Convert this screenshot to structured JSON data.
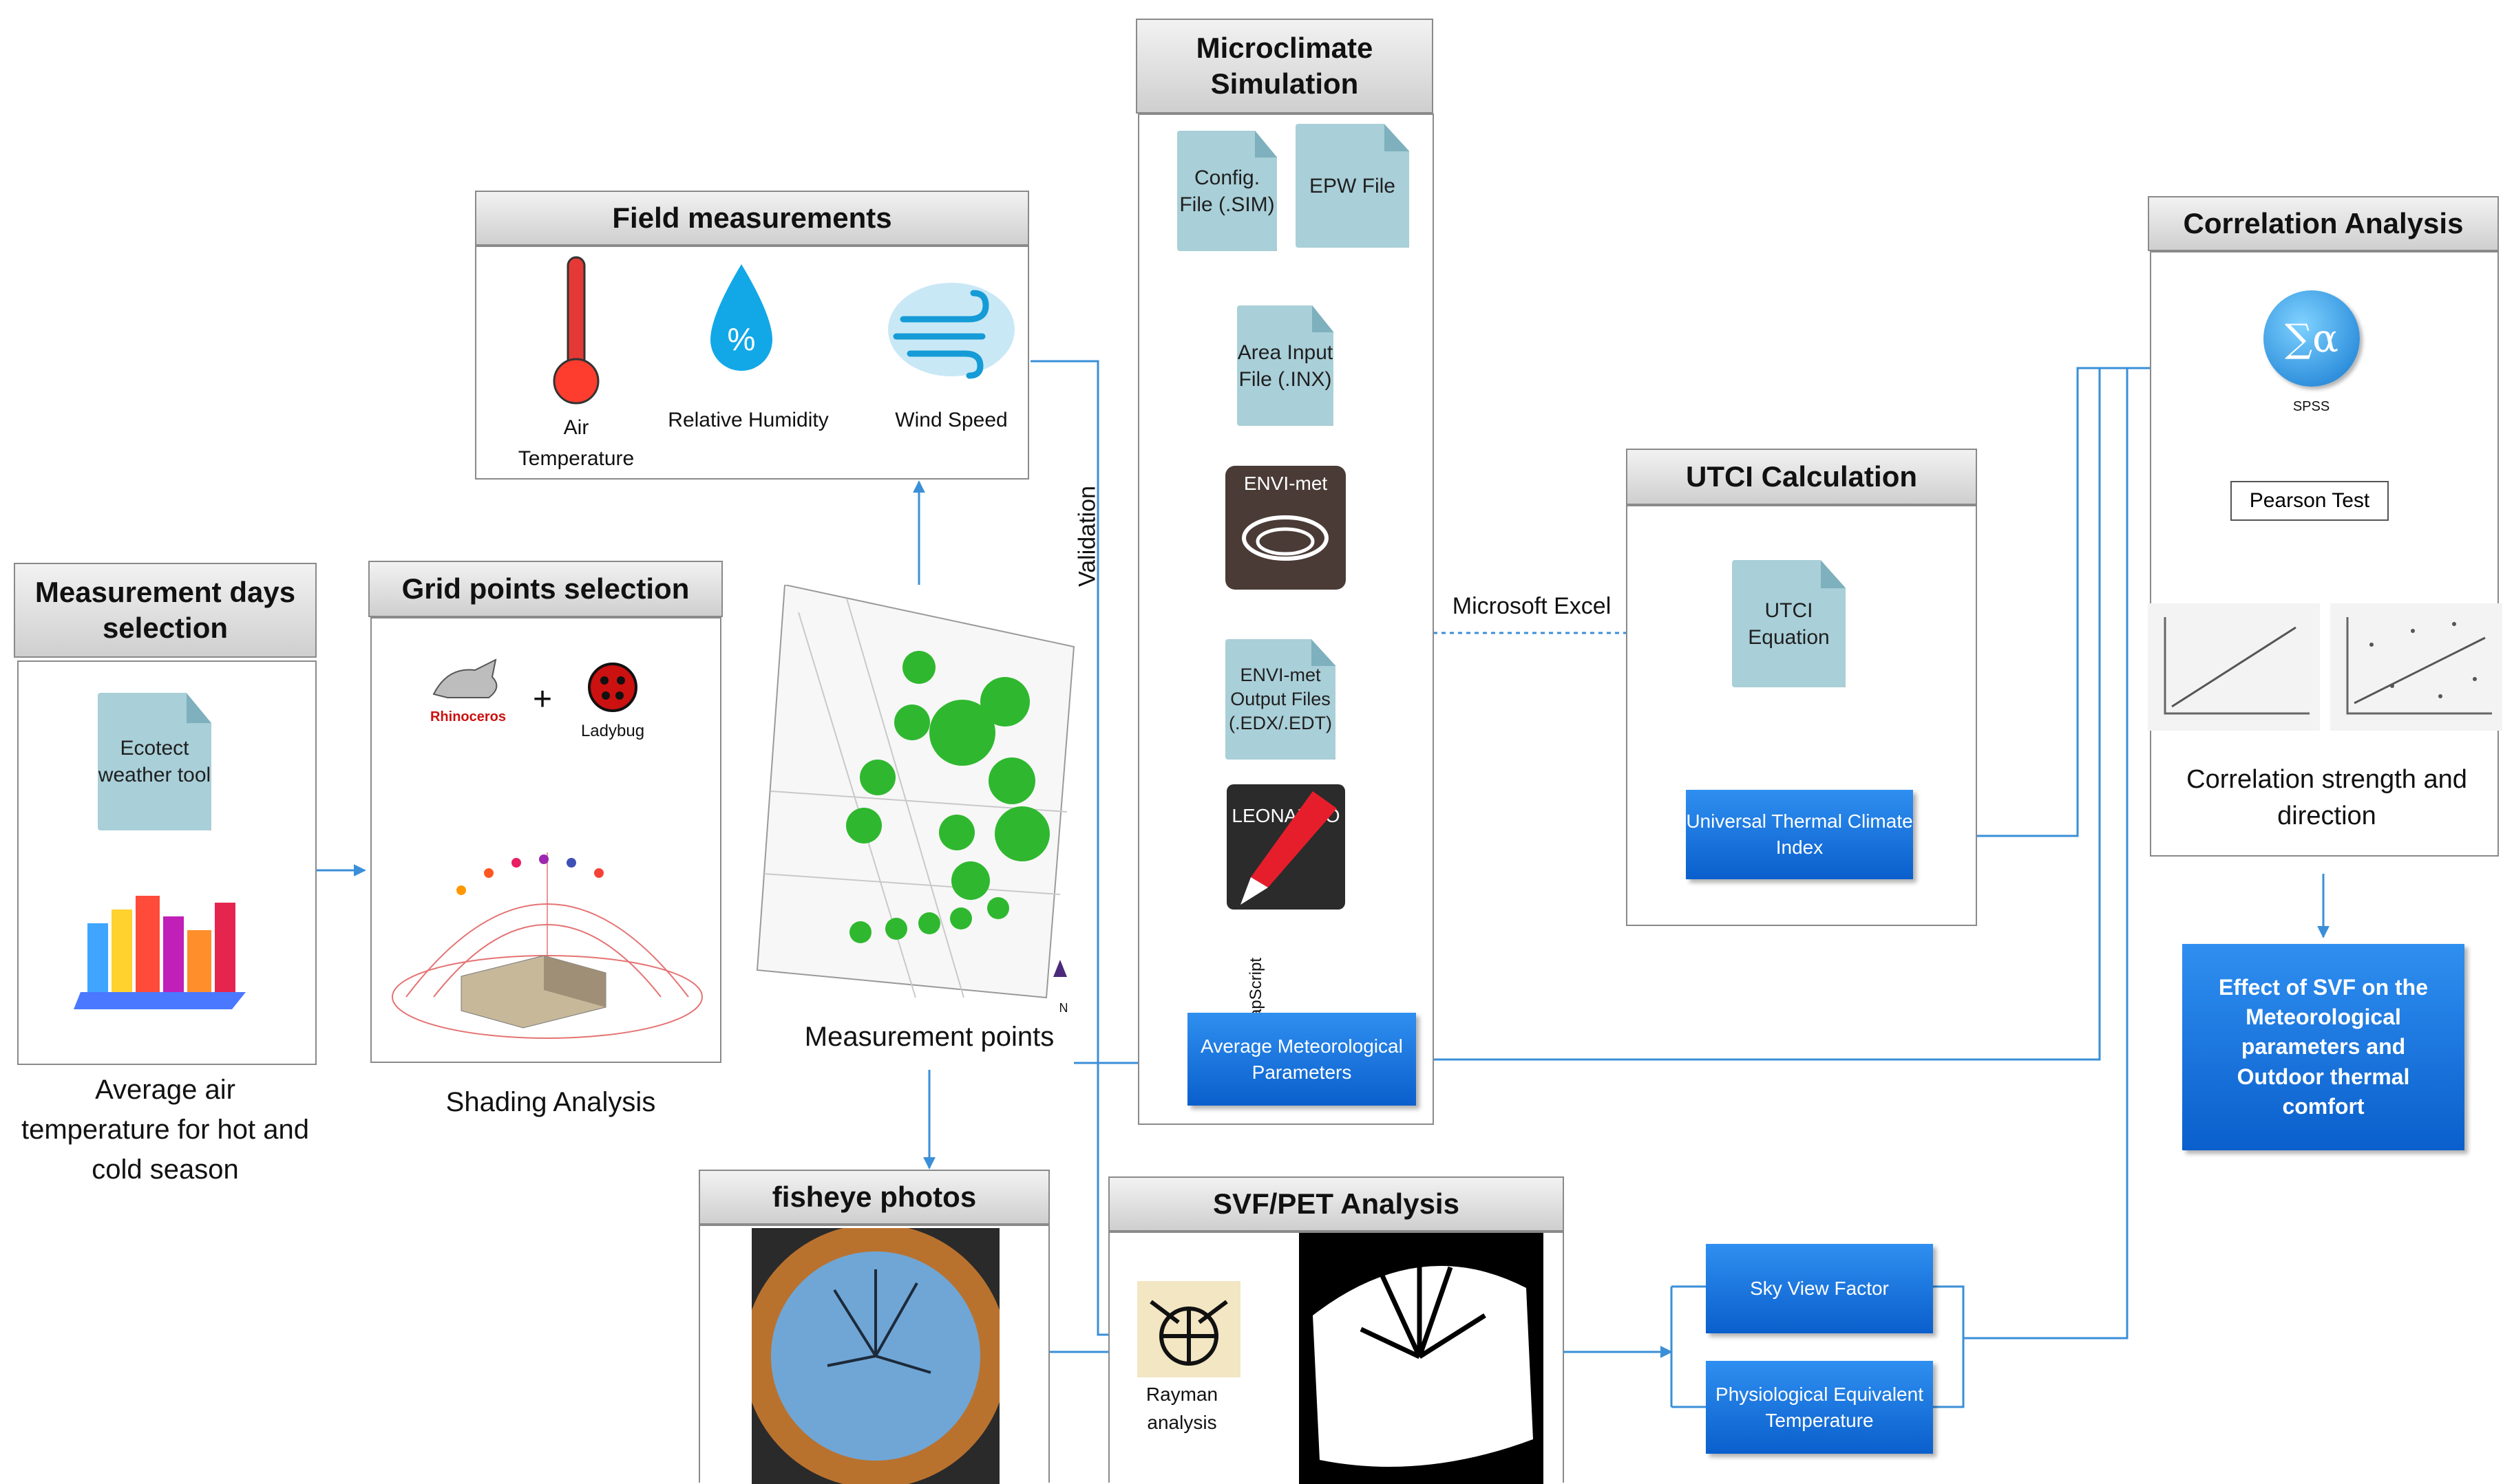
{
  "colors": {
    "arrow": "#3a8fd8",
    "panel_border": "#8a8a8a",
    "header_bg": "#d9d9d9",
    "blue_box": "#1570e0",
    "doc_fill": "#a9cfd8"
  },
  "measurement_days": {
    "title": "Measurement days selection",
    "tool": "Ecotect weather tool",
    "caption": "Average air temperature for hot and cold season"
  },
  "grid_points": {
    "title": "Grid points selection",
    "rhino": "Rhinoceros",
    "ladybug": "Ladybug",
    "plus": "+",
    "caption": "Shading Analysis"
  },
  "field": {
    "title": "Field measurements",
    "air": "Air Temperature",
    "humidity": "Relative Humidity",
    "wind": "Wind Speed",
    "validation": "Validation"
  },
  "measurement_points": {
    "caption": "Measurement points",
    "north": "N"
  },
  "fisheye": {
    "title": "fisheye photos"
  },
  "svf_pet": {
    "title": "SVF/PET Analysis",
    "rayman": "Rayman analysis"
  },
  "microclimate": {
    "title": "Microclimate Simulation",
    "config": "Config. File (.SIM)",
    "epw": "EPW File",
    "area": "Area Input File (.INX)",
    "envimet": "ENVI-met",
    "output": "ENVI-met Output Files (.EDX/.EDT)",
    "leonardo": "LEONARDO",
    "mapscript": "MapScript",
    "avg": "Average Meteorological Parameters"
  },
  "excel": "Microsoft Excel",
  "utci": {
    "title": "UTCI Calculation",
    "equation": "UTCI Equation",
    "index": "Universal Thermal Climate Index"
  },
  "svf_outputs": {
    "svf": "Sky View Factor",
    "pet": "Physiological Equivalent Temperature"
  },
  "correlation": {
    "title": "Correlation Analysis",
    "spss": "SPSS",
    "pearson": "Pearson Test",
    "caption": "Correlation  strength and direction",
    "sigma": "∑α"
  },
  "effect": "Effect of SVF on the Meteorological parameters and Outdoor thermal comfort"
}
